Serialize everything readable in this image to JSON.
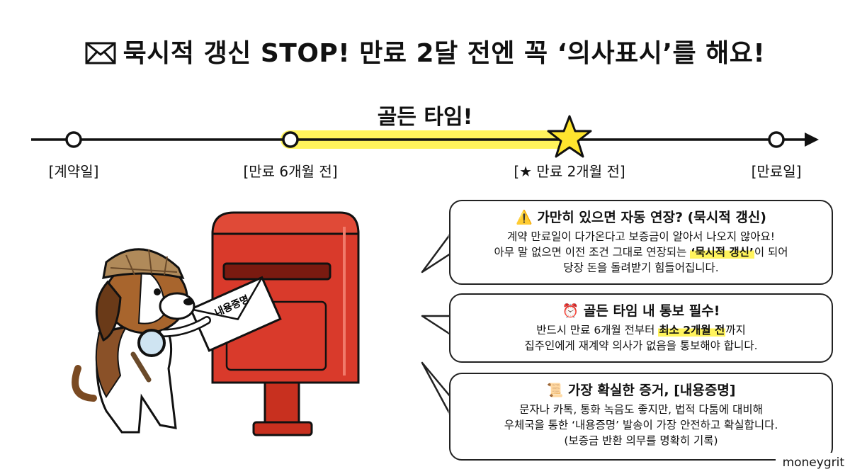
{
  "title": "묵시적 갱신 STOP! 만료 2달 전엔 꼭 ‘의사표시’를 해요!",
  "timeline": {
    "highlight_label": "골든 타임!",
    "points": [
      {
        "label": "[계약일]"
      },
      {
        "label": "[만료 6개월 전]"
      },
      {
        "label": "[★ 만료 2개월 전]"
      },
      {
        "label": "[만료일]"
      }
    ]
  },
  "illustration": {
    "envelope_text": "내용증명",
    "icons": [
      "envelope-icon",
      "star-icon",
      "detective-beagle",
      "red-postbox",
      "magnifier-icon"
    ]
  },
  "cards": [
    {
      "icon": "⚠️",
      "heading": "가만히 있으면 자동 연장? (묵시적 갱신)",
      "line1": "계약 만료일이 다가온다고 보증금이 알아서 나오지 않아요!",
      "line2_pre": "아무 말 없으면 이전 조건 그대로 연장되는 ",
      "line2_hl": "‘묵시적 갱신’",
      "line2_post": "이 되어",
      "line3": "당장 돈을 돌려받기 힘들어집니다."
    },
    {
      "icon": "⏰",
      "heading": "골든 타임 내 통보 필수!",
      "line1_pre": "반드시 만료 6개월 전부터 ",
      "line1_hl": "최소 2개월 전",
      "line1_post": "까지",
      "line2": "집주인에게 재계약 의사가 없음을 통보해야 합니다."
    },
    {
      "icon": "📜",
      "heading": "가장 확실한 증거, [내용증명]",
      "line1": "문자나 카톡, 통화 녹음도 좋지만, 법적 다툼에 대비해",
      "line2": "우체국을 통한 ‘내용증명’ 발송이 가장 안전하고 확실합니다.",
      "line3": "(보증금 반환 의무를 명확히 기록)"
    }
  ],
  "watermark": "moneygrit",
  "colors": {
    "highlight": "#fff35c",
    "postbox": "#d93a2b",
    "ink": "#111111"
  }
}
